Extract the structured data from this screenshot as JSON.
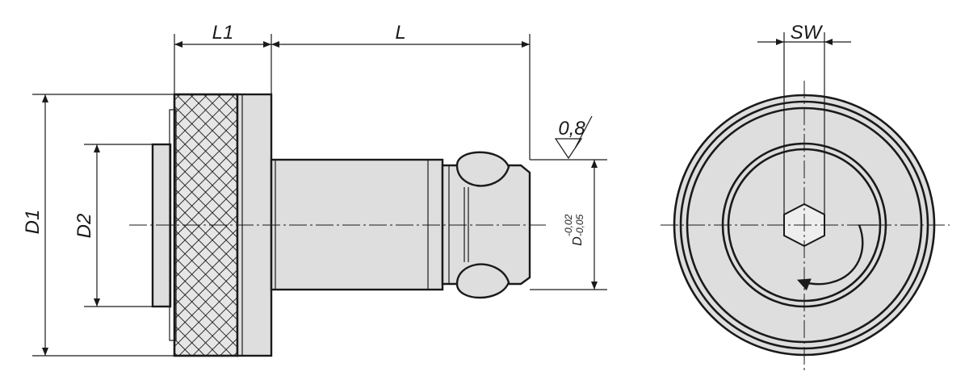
{
  "labels": {
    "l1": "L1",
    "l": "L",
    "d1": "D1",
    "d2": "D2",
    "d": "D",
    "tol_upper": "-0,02",
    "tol_lower": "-0,05",
    "surface": "0,8",
    "sw": "SW"
  },
  "colors": {
    "line": "#1a1a1a",
    "metal": "#dedede",
    "background": "#ffffff"
  }
}
